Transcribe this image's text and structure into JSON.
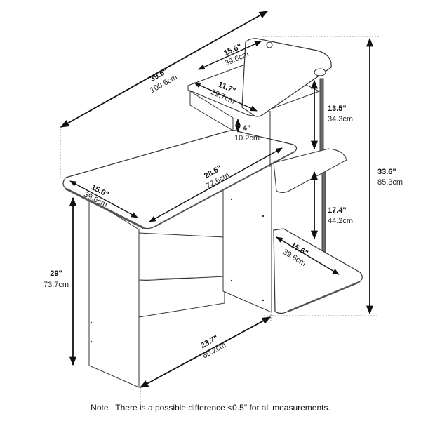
{
  "dimensions": {
    "overall_width": {
      "in": "39.6\"",
      "cm": "100.6cm"
    },
    "shelf_top_depth": {
      "in": "15.6\"",
      "cm": "39.6cm"
    },
    "monitor_stand_width": {
      "in": "11.7\"",
      "cm": "29.7cm"
    },
    "monitor_stand_height": {
      "in": "4\"",
      "cm": "10.2cm"
    },
    "upper_shelf_gap": {
      "in": "13.5\"",
      "cm": "34.3cm"
    },
    "overall_height": {
      "in": "33.6\"",
      "cm": "85.3cm"
    },
    "desk_depth": {
      "in": "15.6\"",
      "cm": "39.6cm"
    },
    "desk_width": {
      "in": "28.6\"",
      "cm": "72.6cm"
    },
    "lower_shelf_gap": {
      "in": "17.4\"",
      "cm": "44.2cm"
    },
    "bottom_shelf_depth": {
      "in": "15.6\"",
      "cm": "39.6cm"
    },
    "desk_height": {
      "in": "29\"",
      "cm": "73.7cm"
    },
    "base_width": {
      "in": "23.7\"",
      "cm": "60.2cm"
    }
  },
  "note": "Note : There is a possible difference <0.5\" for all measurements.",
  "colors": {
    "line": "#222222",
    "board_edge": "#555555",
    "pole": "#6a6a6a"
  }
}
